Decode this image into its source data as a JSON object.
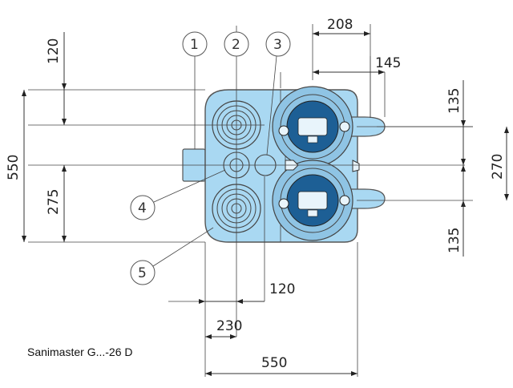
{
  "caption": "Sanimaster G...-26 D",
  "colors": {
    "body_fill": "#a9d8f2",
    "body_stroke": "#555555",
    "outline": "#333333",
    "background": "#ffffff"
  },
  "callouts": [
    {
      "number": "1"
    },
    {
      "number": "2"
    },
    {
      "number": "3"
    },
    {
      "number": "4"
    },
    {
      "number": "5"
    }
  ],
  "dimensions": {
    "top_width": "208",
    "top_right_width": "145",
    "left_total_height": "550",
    "left_top_offset": "120",
    "left_center_height": "275",
    "right_upper_outlet": "135",
    "right_outlet_spacing": "270",
    "right_lower_outlet": "135",
    "bottom_small": "120",
    "bottom_mid": "230",
    "bottom_total": "550"
  }
}
